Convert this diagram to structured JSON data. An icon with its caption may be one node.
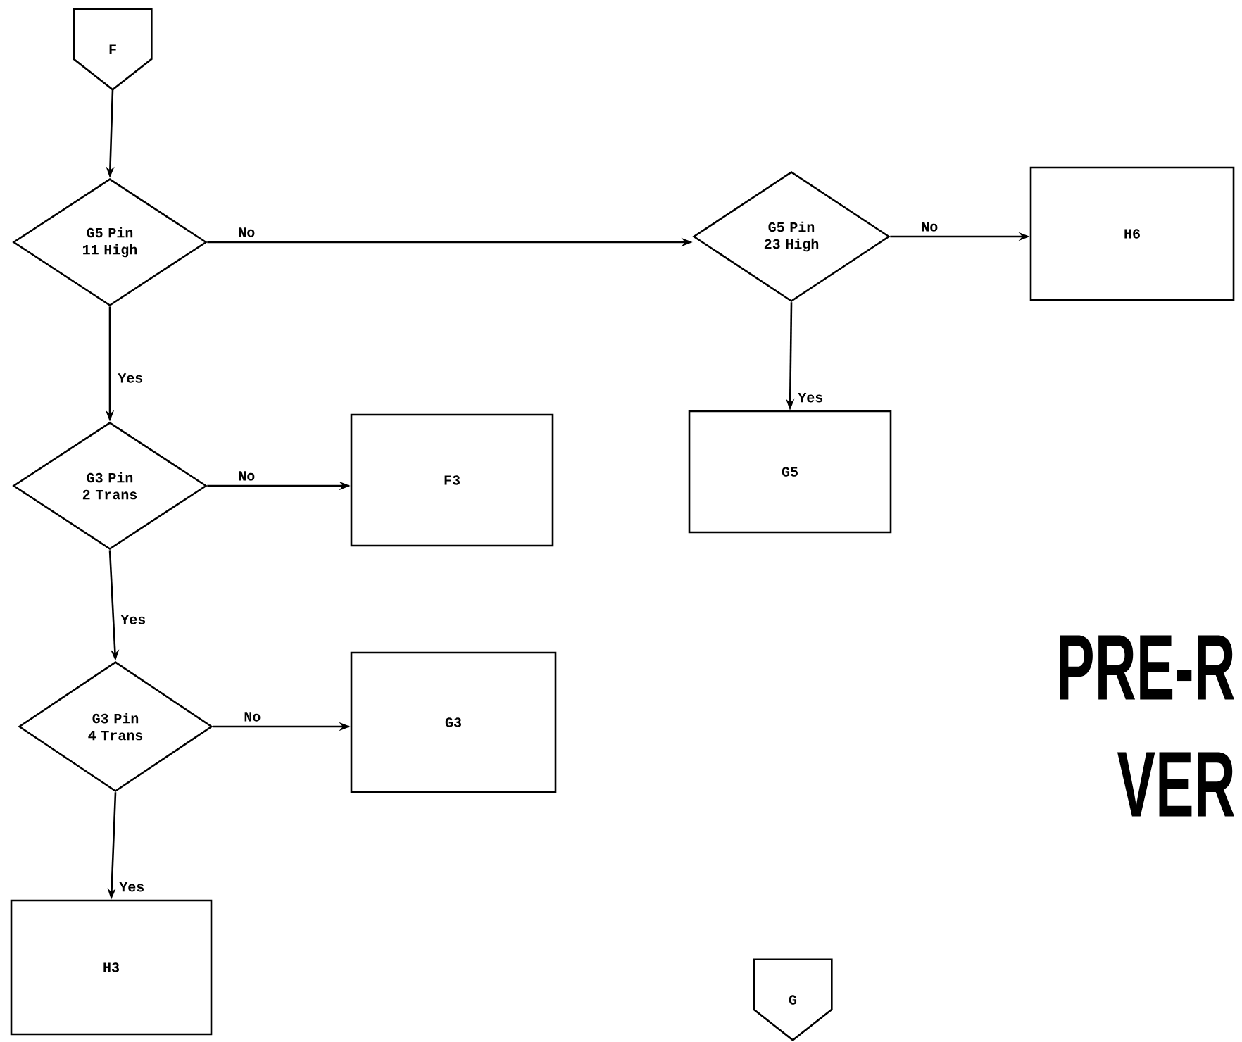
{
  "diagram": {
    "nodes": [
      {
        "text": [
          "F"
        ]
      },
      {
        "text": [
          "G5 Pin 11 High"
        ]
      },
      {
        "text": [
          "G5 Pin 23 High"
        ]
      },
      {
        "text": [
          "H6"
        ]
      },
      {
        "text": [
          "G5"
        ]
      },
      {
        "text": [
          "G3 Pin 2 Trans"
        ]
      },
      {
        "text": [
          "F3"
        ]
      },
      {
        "text": [
          "G3 Pin 4 Trans"
        ]
      },
      {
        "text": [
          "G3"
        ]
      },
      {
        "text": [
          "H3"
        ]
      },
      {
        "text": [
          "G"
        ]
      }
    ],
    "edges": [
      {
        "from": 0,
        "to": 1,
        "arrow": "to"
      },
      {
        "from": 1,
        "to": 2,
        "arrow": "to",
        "label": "No"
      },
      {
        "from": 1,
        "to": 5,
        "arrow": "to",
        "label": "Yes"
      },
      {
        "from": 2,
        "to": 3,
        "arrow": "to",
        "label": "No"
      },
      {
        "from": 2,
        "to": 4,
        "arrow": "to",
        "label": "Yes"
      },
      {
        "from": 5,
        "to": 6,
        "arrow": "to",
        "label": "No"
      },
      {
        "from": 5,
        "to": 7,
        "arrow": "to",
        "label": "Yes"
      },
      {
        "from": 7,
        "to": 8,
        "arrow": "to",
        "label": "No"
      },
      {
        "from": 7,
        "to": 9,
        "arrow": "to",
        "label": "Yes"
      }
    ],
    "labels": [
      "PRE-R",
      "VER"
    ]
  }
}
